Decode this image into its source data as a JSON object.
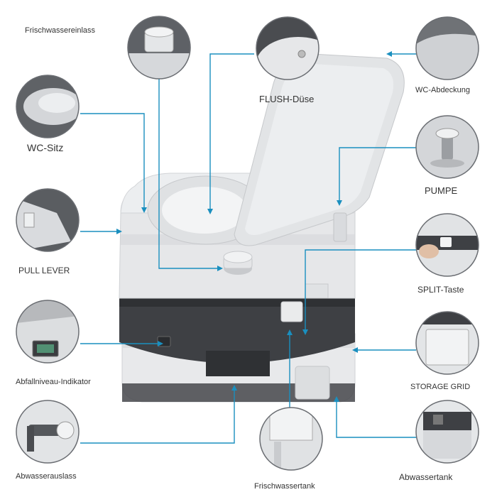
{
  "labels": {
    "frischwassereinlass": "Frischwassereinlass",
    "flush_duese": "FLUSH-Düse",
    "wc_abdeckung": "WC-Abdeckung",
    "wc_sitz": "WC-Sitz",
    "pumpe": "PUMPE",
    "pull_lever": "PULL LEVER",
    "split_taste": "SPLIT-Taste",
    "abfallniveau_indikator": "Abfallniveau-Indikator",
    "storage_grid": "STORAGE GRID",
    "abwasserauslass": "Abwasserauslass",
    "frischwassertank": "Frischwassertank",
    "abwassertank": "Abwassertank"
  },
  "colors": {
    "callout_line": "#1a8fbf",
    "body_light": "#e6e7e9",
    "body_mid": "#c9cbce",
    "band_dark": "#3e4044",
    "circle_border": "#6a6d72"
  },
  "icons": [
    "fill-cap-icon",
    "flush-nozzle-icon",
    "lid-cover-icon",
    "seat-icon",
    "pump-icon",
    "lever-icon",
    "split-button-icon",
    "level-indicator-icon",
    "storage-grid-icon",
    "outlet-pipe-icon",
    "fresh-tank-icon",
    "waste-tank-icon"
  ]
}
